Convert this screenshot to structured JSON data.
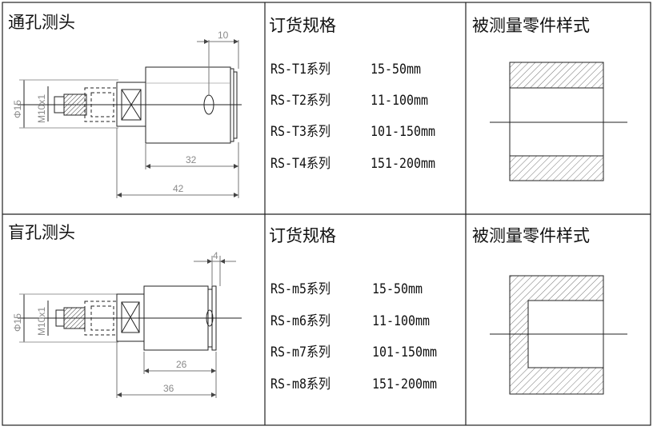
{
  "rows": [
    {
      "probe_label": "通孔测头",
      "spec_header": "订货规格",
      "part_header": "被测量零件样式",
      "specs": [
        {
          "model": "RS-T1系列",
          "range": "15-50mm"
        },
        {
          "model": "RS-T2系列",
          "range": "11-100mm"
        },
        {
          "model": "RS-T3系列",
          "range": "101-150mm"
        },
        {
          "model": "RS-T4系列",
          "range": "151-200mm"
        }
      ],
      "dims": {
        "d1": "10",
        "d2": "32",
        "d3": "42",
        "phi": "Φ15",
        "thread": "M10x1"
      }
    },
    {
      "probe_label": "盲孔测头",
      "spec_header": "订货规格",
      "part_header": "被测量零件样式",
      "specs": [
        {
          "model": "RS-m5系列",
          "range": "15-50mm"
        },
        {
          "model": "RS-m6系列",
          "range": "11-100mm"
        },
        {
          "model": "RS-m7系列",
          "range": "101-150mm"
        },
        {
          "model": "RS-m8系列",
          "range": "151-200mm"
        }
      ],
      "dims": {
        "d1": "4",
        "d2": "26",
        "d3": "36",
        "phi": "Φ15",
        "thread": "M10x1"
      }
    }
  ]
}
